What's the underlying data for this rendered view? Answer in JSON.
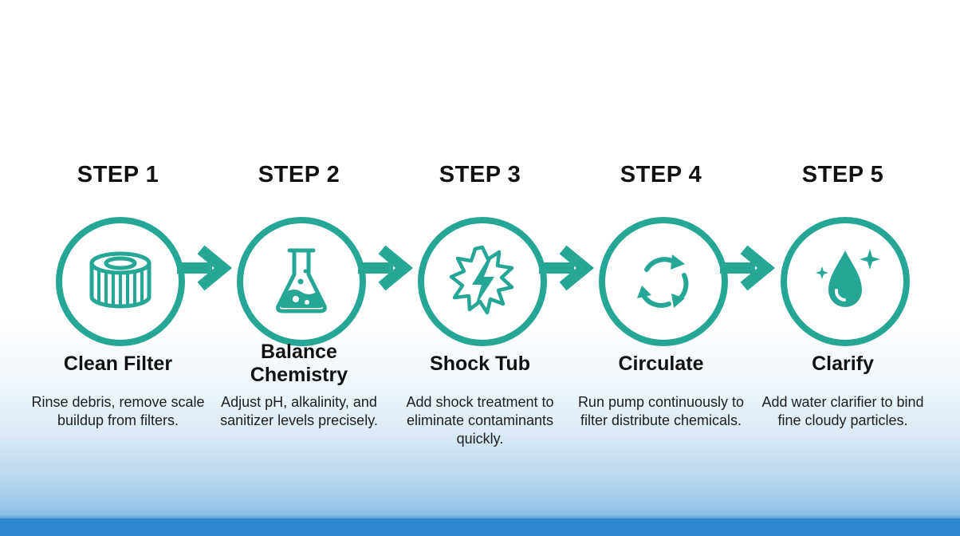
{
  "colors": {
    "accent": "#26a796",
    "band": "#2f86cf"
  },
  "steps": [
    {
      "label": "STEP 1",
      "title": "Clean Filter",
      "description": "Rinse debris, remove scale buildup from filters.",
      "icon": "filter-cartridge-icon"
    },
    {
      "label": "STEP 2",
      "title": "Balance Chemistry",
      "description": "Adjust pH, alkalinity, and sanitizer levels precisely.",
      "icon": "flask-icon"
    },
    {
      "label": "STEP 3",
      "title": "Shock Tub",
      "description": "Add shock treatment to eliminate contaminants quickly.",
      "icon": "lightning-burst-icon"
    },
    {
      "label": "STEP 4",
      "title": "Circulate",
      "description": "Run pump continuously to filter distribute chemicals.",
      "icon": "circular-arrows-icon"
    },
    {
      "label": "STEP 5",
      "title": "Clarify",
      "description": "Add water clarifier to bind fine cloudy particles.",
      "icon": "water-drop-sparkle-icon"
    }
  ]
}
